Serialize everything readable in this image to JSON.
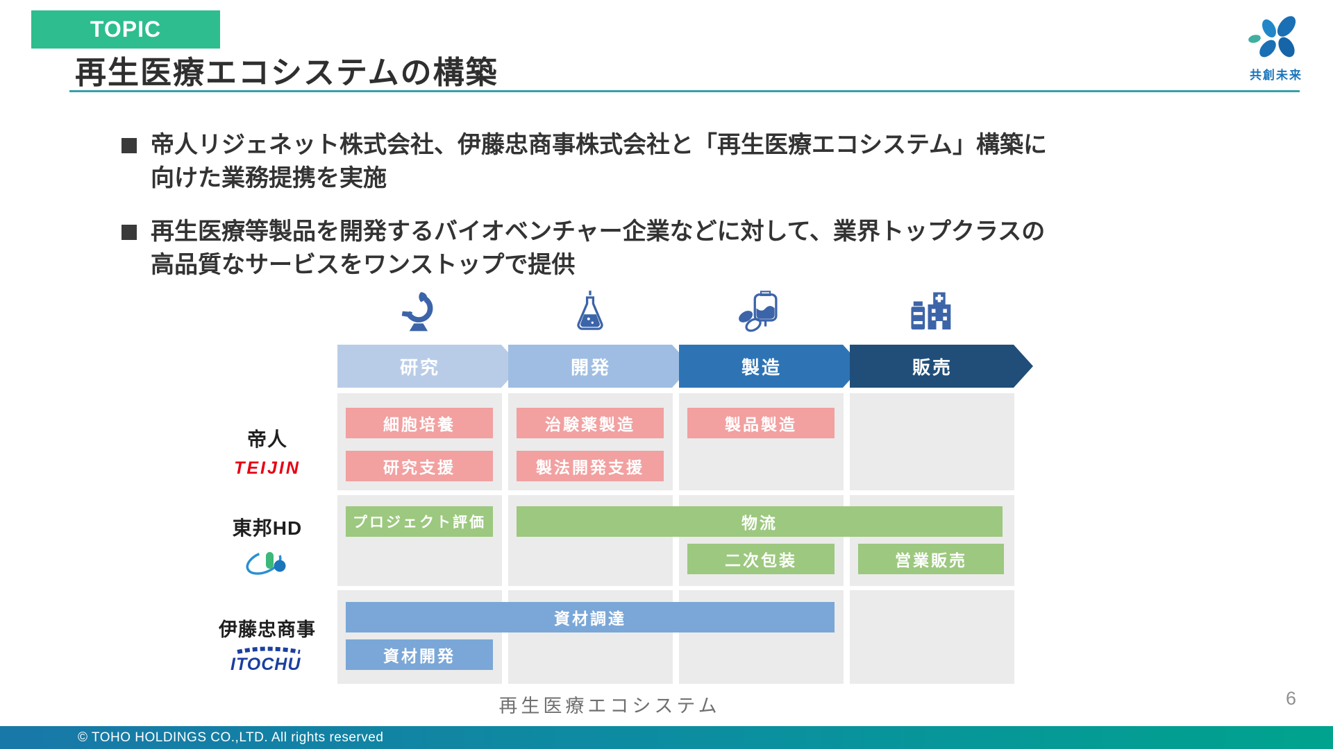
{
  "header": {
    "topic_label": "TOPIC",
    "title": "再生医療エコシステムの構築",
    "brand_text": "共創未来"
  },
  "bullets": [
    {
      "lines": [
        "帝人リジェネット株式会社、伊藤忠商事株式会社と「再生医療エコシステム」構築に",
        "向けた業務提携を実施"
      ]
    },
    {
      "lines": [
        "再生医療等製品を開発するバイオベンチャー企業などに対して、業界トップクラスの",
        "高品質なサービスをワンストップで提供"
      ]
    }
  ],
  "diagram": {
    "stages": [
      {
        "label": "研究",
        "icon": "microscope-icon",
        "color": "#b9cce7"
      },
      {
        "label": "開発",
        "icon": "flask-icon",
        "color": "#9fbde2"
      },
      {
        "label": "製造",
        "icon": "iv-bag-icon",
        "color": "#2e74b5"
      },
      {
        "label": "販売",
        "icon": "pharmacy-icon",
        "color": "#204e79"
      }
    ],
    "companies": [
      {
        "name": "帝人",
        "logo_text": "TEIJIN"
      },
      {
        "name": "東邦HD",
        "logo_text": ""
      },
      {
        "name": "伊藤忠商事",
        "logo_text": "ITOCHU"
      }
    ],
    "activities": [
      {
        "label": "細胞培養"
      },
      {
        "label": "研究支援"
      },
      {
        "label": "治験薬製造"
      },
      {
        "label": "製法開発支援"
      },
      {
        "label": "製品製造"
      },
      {
        "label": "プロジェクト評価"
      },
      {
        "label": "物流"
      },
      {
        "label": "二次包装"
      },
      {
        "label": "営業販売"
      },
      {
        "label": "資材調達"
      },
      {
        "label": "資材開発"
      }
    ],
    "caption": "再生医療エコシステム"
  },
  "footer": {
    "copyright": "© TOHO HOLDINGS CO.,LTD. All rights reserved",
    "page_number": "6"
  },
  "colors": {
    "topic_green": "#2ebd8e",
    "title_underline_teal": "#35a0ab",
    "grid_gray": "#ebebeb",
    "teijin_pink": "#f2a0a0",
    "toho_green": "#9cc87f",
    "itochu_blue": "#7aa7d7",
    "footer_gradient_left": "#1878a8",
    "footer_gradient_right": "#00a38d",
    "brand_blue": "#1b75bb",
    "icon_blue": "#3c64a8"
  }
}
